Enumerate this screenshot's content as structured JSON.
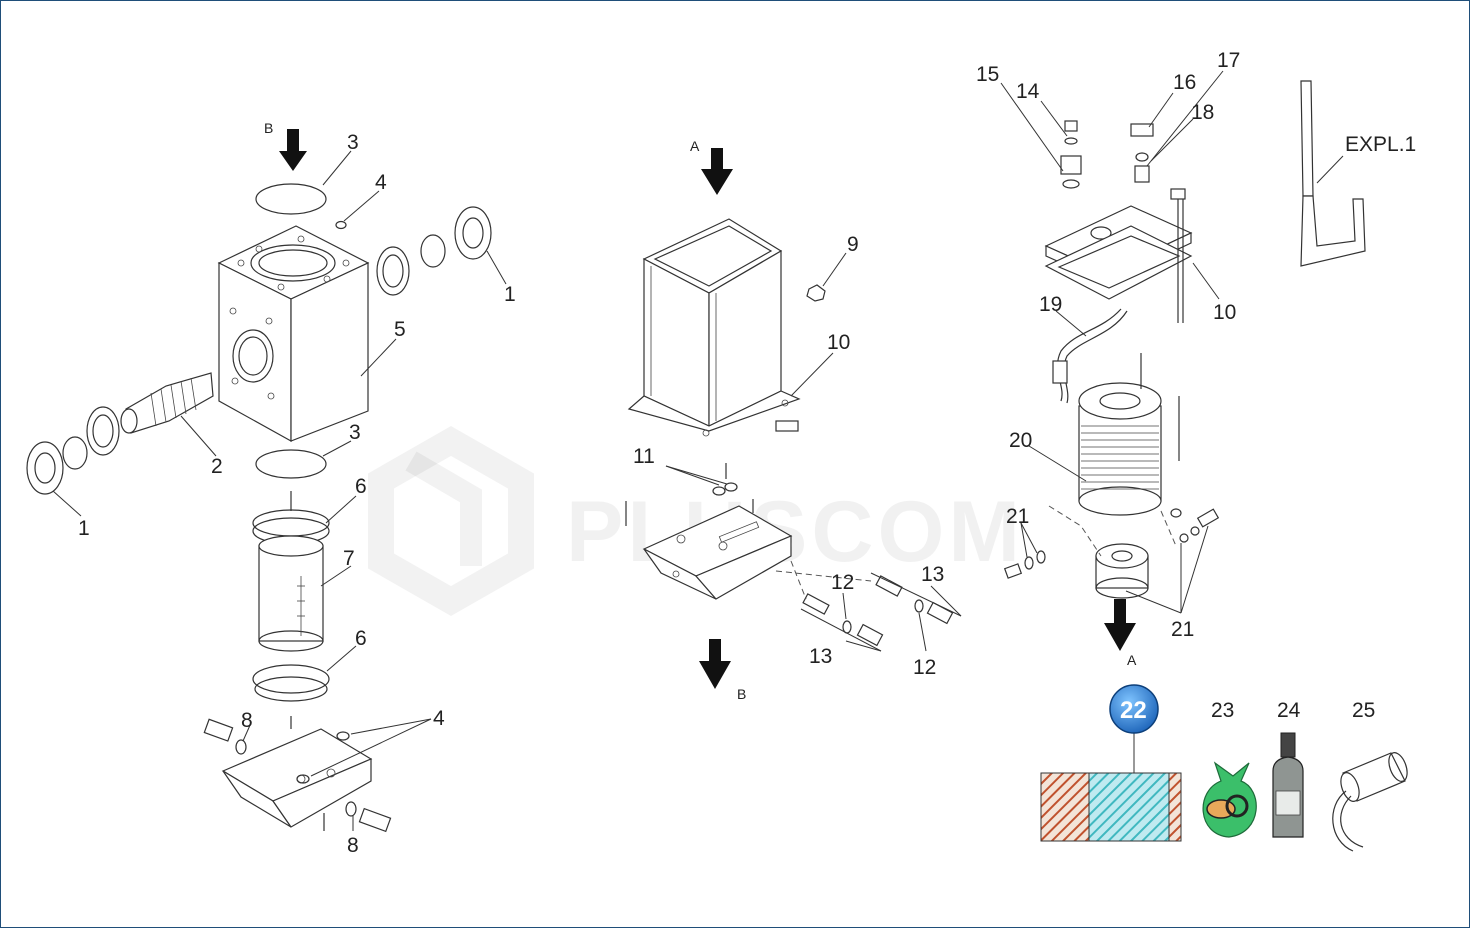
{
  "labels": {
    "p1": "1",
    "p2": "2",
    "p3": "3",
    "p4": "4",
    "p5": "5",
    "p6": "6",
    "p7": "7",
    "p8": "8",
    "p9": "9",
    "p10": "10",
    "p11": "11",
    "p12": "12",
    "p13": "13",
    "p14": "14",
    "p15": "15",
    "p16": "16",
    "p17": "17",
    "p18": "18",
    "p19": "19",
    "p20": "20",
    "p21": "21",
    "p22": "22",
    "p23": "23",
    "p24": "24",
    "p25": "25",
    "arrowA": "A",
    "arrowB": "B",
    "expl": "EXPL.1"
  },
  "watermark": {
    "text": "PLUSCOM"
  },
  "colors": {
    "frame": "#1f4e79",
    "badge": "#2f7fd6",
    "kit_hatch_a": "#c0522e",
    "kit_hatch_b": "#40b8c0",
    "bag": "#3bbf6a"
  }
}
